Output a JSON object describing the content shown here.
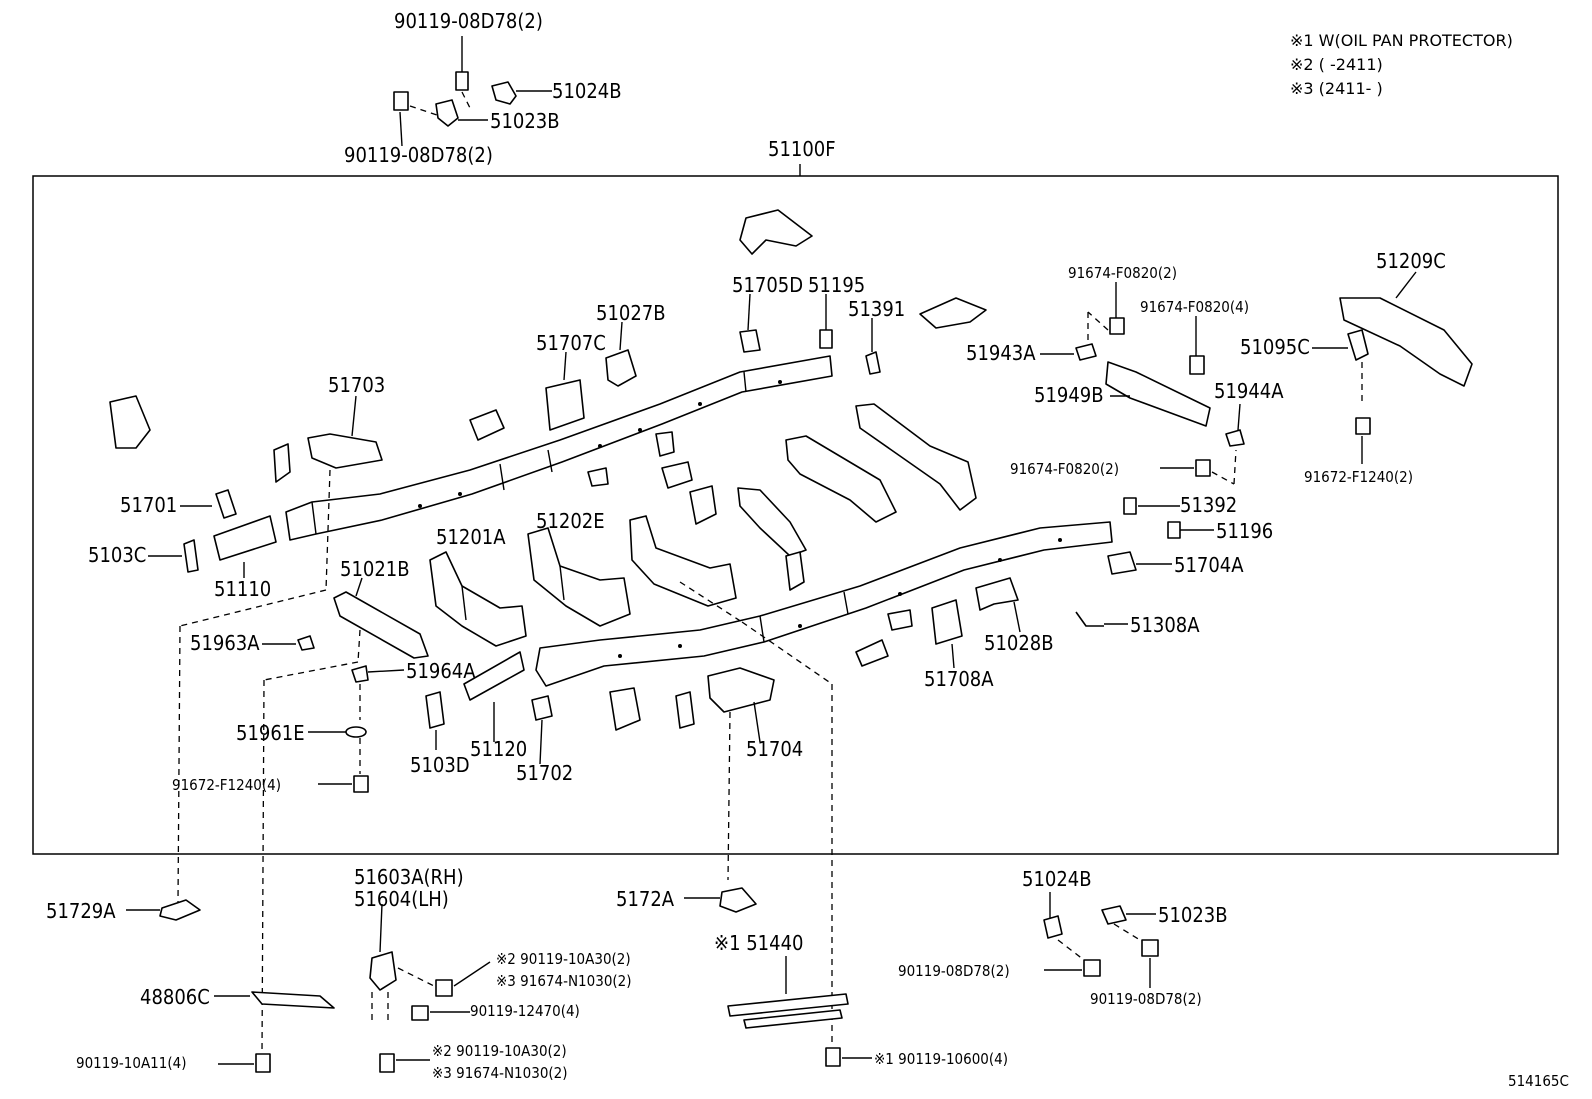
{
  "notes": [
    "※1 W(OIL PAN PROTECTOR)",
    "※2 (      -2411)",
    "※3 (2411-      )"
  ],
  "diagram_id": "514165C",
  "labels": {
    "l_90119_08D78_top1": "90119-08D78(2)",
    "l_51024B_top": "51024B",
    "l_51023B_top": "51023B",
    "l_90119_08D78_top2": "90119-08D78(2)",
    "l_51100F": "51100F",
    "l_51705D": "51705D",
    "l_51195": "51195",
    "l_51391": "51391",
    "l_51027B": "51027B",
    "l_51707C": "51707C",
    "l_51703": "51703",
    "l_91674_F0820_a": "91674-F0820(2)",
    "l_91674_F0820_4": "91674-F0820(4)",
    "l_51209C": "51209C",
    "l_51943A": "51943A",
    "l_51095C": "51095C",
    "l_51949B": "51949B",
    "l_51944A": "51944A",
    "l_91674_F0820_b": "91674-F0820(2)",
    "l_91672_F1240_2": "91672-F1240(2)",
    "l_51392": "51392",
    "l_51196": "51196",
    "l_51704A": "51704A",
    "l_51308A": "51308A",
    "l_51028B": "51028B",
    "l_51708A": "51708A",
    "l_51701": "51701",
    "l_5103C": "5103C",
    "l_51110": "51110",
    "l_51021B": "51021B",
    "l_51201A": "51201A",
    "l_51202E": "51202E",
    "l_51963A": "51963A",
    "l_51964A": "51964A",
    "l_51961E": "51961E",
    "l_91672_F1240_4": "91672-F1240(4)",
    "l_5103D": "5103D",
    "l_51120": "51120",
    "l_51702": "51702",
    "l_51704": "51704",
    "l_51729A": "51729A",
    "l_51603A": "51603A(RH)",
    "l_51604": "51604(LH)",
    "l_ref2_90119_10A30_a": "※2 90119-10A30(2)",
    "l_ref3_91674_N1030_a": "※3 91674-N1030(2)",
    "l_90119_12470": "90119-12470(4)",
    "l_ref2_90119_10A30_b": "※2 90119-10A30(2)",
    "l_ref3_91674_N1030_b": "※3 91674-N1030(2)",
    "l_48806C": "48806C",
    "l_90119_10A11": "90119-10A11(4)",
    "l_5172A": "5172A",
    "l_ref1_51440": "※1 51440",
    "l_ref1_90119_10600": "※1 90119-10600(4)",
    "l_51024B_bot": "51024B",
    "l_51023B_bot": "51023B",
    "l_90119_08D78_bot1": "90119-08D78(2)",
    "l_90119_08D78_bot2": "90119-08D78(2)"
  }
}
